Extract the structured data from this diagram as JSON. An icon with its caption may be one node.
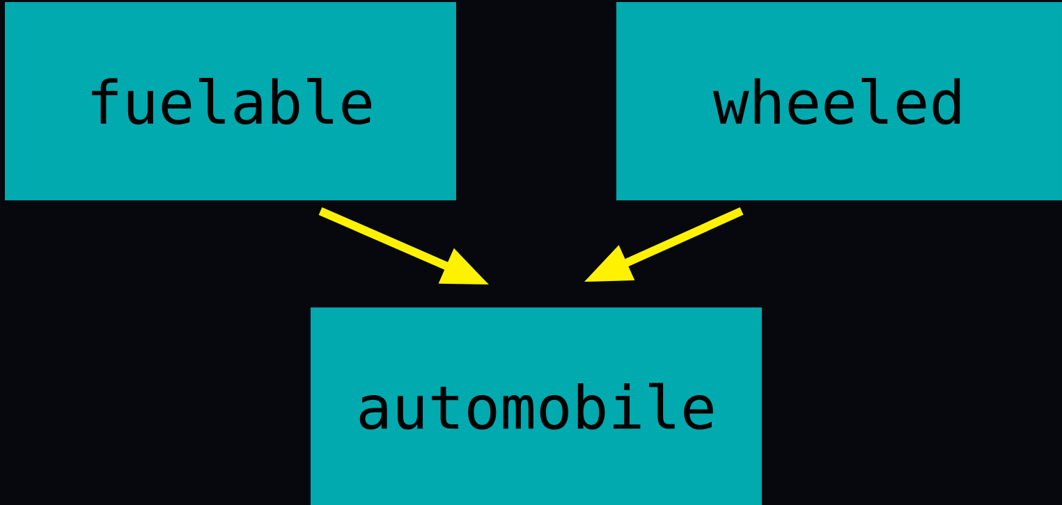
{
  "diagram": {
    "nodes": [
      {
        "text": [
          "fuelable"
        ]
      },
      {
        "text": [
          "wheeled"
        ]
      },
      {
        "text": [
          "automobile"
        ]
      }
    ],
    "edges": [
      {
        "from": 0,
        "to": 2,
        "arrow": "to",
        "color": "#fff200"
      },
      {
        "from": 1,
        "to": 2,
        "arrow": "to",
        "color": "#fff200"
      }
    ]
  }
}
